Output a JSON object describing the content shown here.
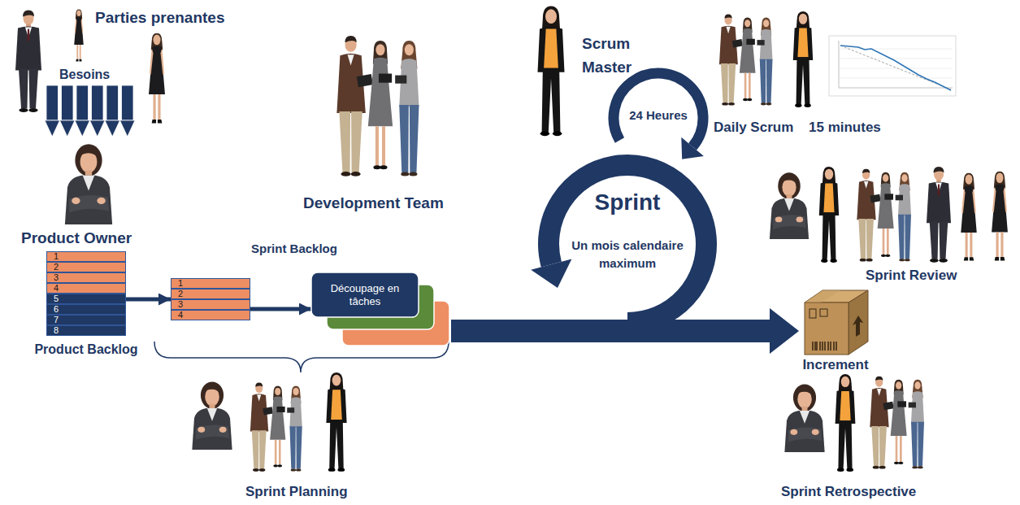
{
  "diagram": {
    "nodes": [
      {
        "text": [
          "Product Backlog"
        ]
      },
      {
        "text": [
          "1"
        ],
        "in": 0
      },
      {
        "text": [
          "2"
        ],
        "in": 0
      },
      {
        "text": [
          "3"
        ],
        "in": 0
      },
      {
        "text": [
          "4"
        ],
        "in": 0
      },
      {
        "text": [
          "5"
        ],
        "in": 0
      },
      {
        "text": [
          "6"
        ],
        "in": 0
      },
      {
        "text": [
          "7"
        ],
        "in": 0
      },
      {
        "text": [
          "8"
        ],
        "in": 0
      },
      {
        "text": [
          "Sprint Backlog"
        ]
      },
      {
        "text": [
          "1"
        ],
        "in": 9
      },
      {
        "text": [
          "2"
        ],
        "in": 9
      },
      {
        "text": [
          "3"
        ],
        "in": 9
      },
      {
        "text": [
          "4"
        ],
        "in": 9
      },
      {
        "text": [
          "Découpage en tâches"
        ]
      },
      {
        "text": [
          "24 Heures"
        ]
      },
      {
        "text": [
          "Sprint",
          "Un mois calendaire maximum"
        ]
      },
      {
        "text": [
          "Increment"
        ]
      }
    ],
    "edges": [
      {
        "from": 0,
        "to": 9,
        "arrow": "to"
      },
      {
        "from": 9,
        "to": 14,
        "arrow": "to"
      },
      {
        "from": 14,
        "to": 17,
        "arrow": "to"
      }
    ],
    "labels": [
      "Parties prenantes",
      "Besoins",
      "Product Owner",
      "Development Team",
      "Scrum Master",
      "Daily Scrum",
      "15 minutes",
      "Sprint Review",
      "Sprint Planning",
      "Sprint Retrospective"
    ]
  }
}
